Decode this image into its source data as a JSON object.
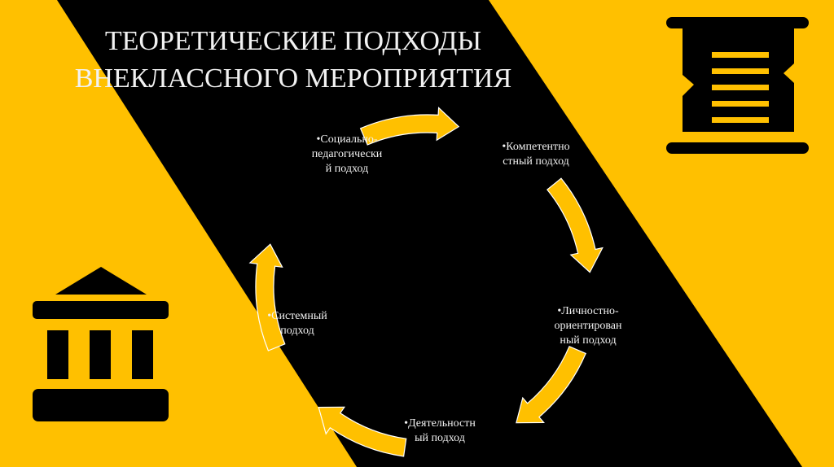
{
  "slide": {
    "title_line1": "ТЕОРЕТИЧЕСКИЕ ПОДХОДЫ",
    "title_line2": "ВНЕКЛАССНОГО МЕРОПРИЯТИЯ"
  },
  "colors": {
    "background": "#000000",
    "accent": "#ffc000",
    "text": "#f2f2f2"
  },
  "icons": {
    "top_right": "scroll-icon",
    "bottom_left": "institution-building-icon"
  },
  "cycle": {
    "nodes": [
      {
        "line1": "•Социально-",
        "line2": "педагогически",
        "line3": "й подход"
      },
      {
        "line1": "•Компетентно",
        "line2": "стный подход",
        "line3": ""
      },
      {
        "line1": "•Личностно-",
        "line2": "ориентирован",
        "line3": "ный подход"
      },
      {
        "line1": "•Деятельностн",
        "line2": "ый подход",
        "line3": ""
      },
      {
        "line1": "•Системный",
        "line2": "подход",
        "line3": ""
      }
    ]
  }
}
